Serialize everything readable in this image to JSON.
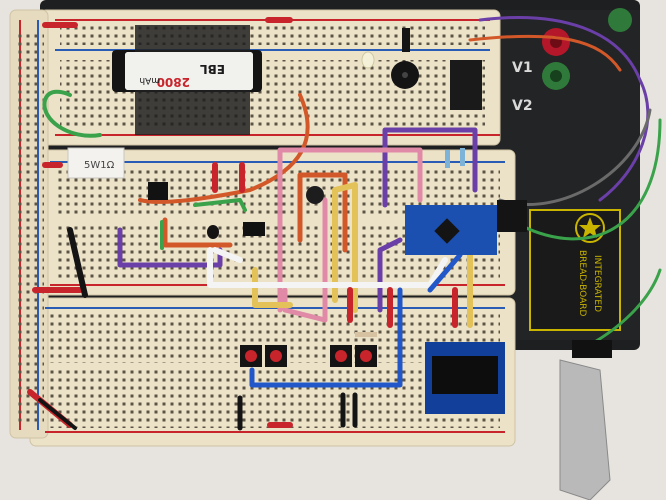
{
  "battery": {
    "brand": "EBL",
    "capacity": "2800",
    "unit": "mAh"
  },
  "resistor": {
    "marking": "5W1Ω"
  },
  "breadboard_brand": {
    "line1": "INTEGRATED",
    "line2": "BREAD-BOARD"
  },
  "terminals": {
    "v1": "V1",
    "v2": "V2"
  },
  "colors": {
    "board": "#ece2c8",
    "base_plate": "#1e1f20",
    "rail_red": "#c8242b",
    "rail_blue": "#2a5bb5",
    "wire_orange": "#d2582a",
    "wire_purple": "#6b3fa8",
    "wire_pink": "#e08aa8",
    "wire_yellow": "#e3c25a",
    "wire_blue": "#2157c9",
    "wire_green": "#3aa24a",
    "wire_white": "#f4f4f4",
    "arduino_blue": "#1b4fb0",
    "oled_blue": "#123f9a",
    "terminal_red": "#b5172a",
    "terminal_green": "#2f7a3a"
  },
  "icons": [
    "arduino-board",
    "oled-display",
    "push-button",
    "buzzer",
    "battery-holder",
    "led",
    "usb-cable"
  ]
}
